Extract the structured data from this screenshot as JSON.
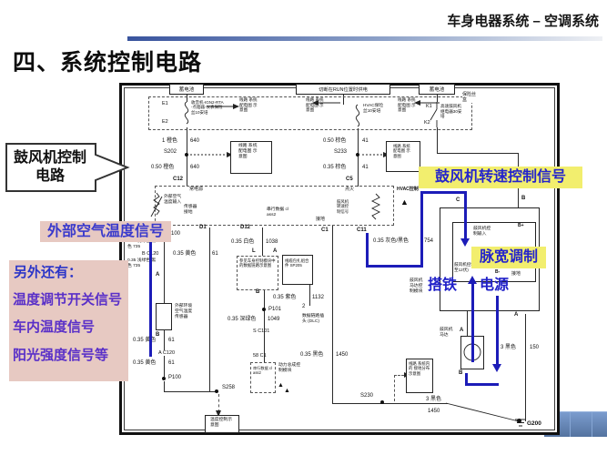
{
  "header": {
    "title": "车身电器系统 –  空调系统"
  },
  "slide": {
    "title": "四、系统控制电路"
  },
  "callouts": {
    "blower_circuit": "鼓风机控制电路",
    "ext_air_temp": "外部空气温度信号",
    "more_title": "另外还有：",
    "more_items": [
      "温度调节开关信号",
      "车内温度信号",
      "阳光强度信号等"
    ],
    "blower_speed": "鼓风机转速控制信号",
    "pwm": "脉宽调制",
    "ground": "搭铁",
    "power": "电源"
  },
  "colors": {
    "highlight_pink": "#e7c9c2",
    "highlight_yellow": "#f2ee6e",
    "callout_blue": "#2424cc",
    "callout_purple": "#5a30c8",
    "signal_wire_blue": "#1c1cb8",
    "gradient_bar_blue": "#39549e",
    "corner_bar_blue": "#5b82bb"
  },
  "d": {
    "battL": "蓄电池",
    "run": "切断在RUN位置时供电",
    "battR": "蓄电池",
    "fusebox": "保险丝盒",
    "e1": "E1",
    "e2": "E2",
    "fuse1": "收音机-IGN2-RTA-点烟器-仪表保险丝10安培",
    "ref": "线路 系统 配电图 示意图",
    "hvacFuse": "HVAC保险丝10安培",
    "k1": "K1",
    "k2": "K2",
    "relay": "高速鼓风机继电器30安培",
    "w1": "1 橙色",
    "w1n": "640",
    "s202": "S202",
    "w2": "0.50 橙色",
    "w2n": "640",
    "c12": "C12",
    "w3": "0.50 棕色",
    "w3n": "41",
    "s233": "S233",
    "w4": "0.35 棕色",
    "w4n": "41",
    "c5": "C5",
    "constPwr": "常电源",
    "ign": "点火",
    "extIn": "外部空气温度输入",
    "sensGnd": "传感器接地",
    "serData": "串行数据 class2",
    "gnd": "接地",
    "spdSig": "鼓风机转速控制信号",
    "hvacCtl": "HVAC控制",
    "d9": "D9",
    "d1": "D1",
    "d12": "D12",
    "c1": "C1",
    "c11": "C11",
    "p100": "P100",
    "w5": "0.35 浅绿色/黑色 735",
    "bc120": "B C120",
    "w6": "0.35 黄色",
    "w6n": "61",
    "a": "A",
    "b": "B",
    "c": "C",
    "l": "L",
    "two": "2",
    "sensor": "外部环境空气温度传感器",
    "w8": "0.35 黄色",
    "w8n": "61",
    "ac120": "A C120",
    "s258": "S258",
    "tempRef": "温度控制示意图",
    "w10": "0.35 白色",
    "w10n": "1038",
    "bcmRef": "参见车身控制模块中的数据链路示意图",
    "sp205": "线缆包扎组合件 SP205",
    "w11": "0.35 紫色",
    "w11n": "1132",
    "p101": "P101",
    "dlc": "数据链路插头 (DLC)",
    "w12": "0.35 深绿色",
    "w12n": "1049",
    "sc101": "S C101",
    "pin58": "58 C1",
    "pcm": "动力总成控制模块",
    "tri": "▲",
    "w13": "0.35 黑色",
    "w13n": "1450",
    "s230": "S230",
    "gndDist": "线路 系统内的 接地分布 示意图",
    "w14": "3 黑色",
    "w14n": "1450",
    "g200": "G200",
    "w15": "0.35 灰色/黑色",
    "w15n": "754",
    "bmcm": "鼓风机马达控制模块",
    "blowIn": "鼓风机控制输入",
    "bplus": "B+",
    "pwmIn": "鼓风机控制PWM (0.4伏至12伏)",
    "bminus": "B-",
    "motor": "鼓风机马达",
    "w16": "3 黑色",
    "w16n": "150"
  }
}
